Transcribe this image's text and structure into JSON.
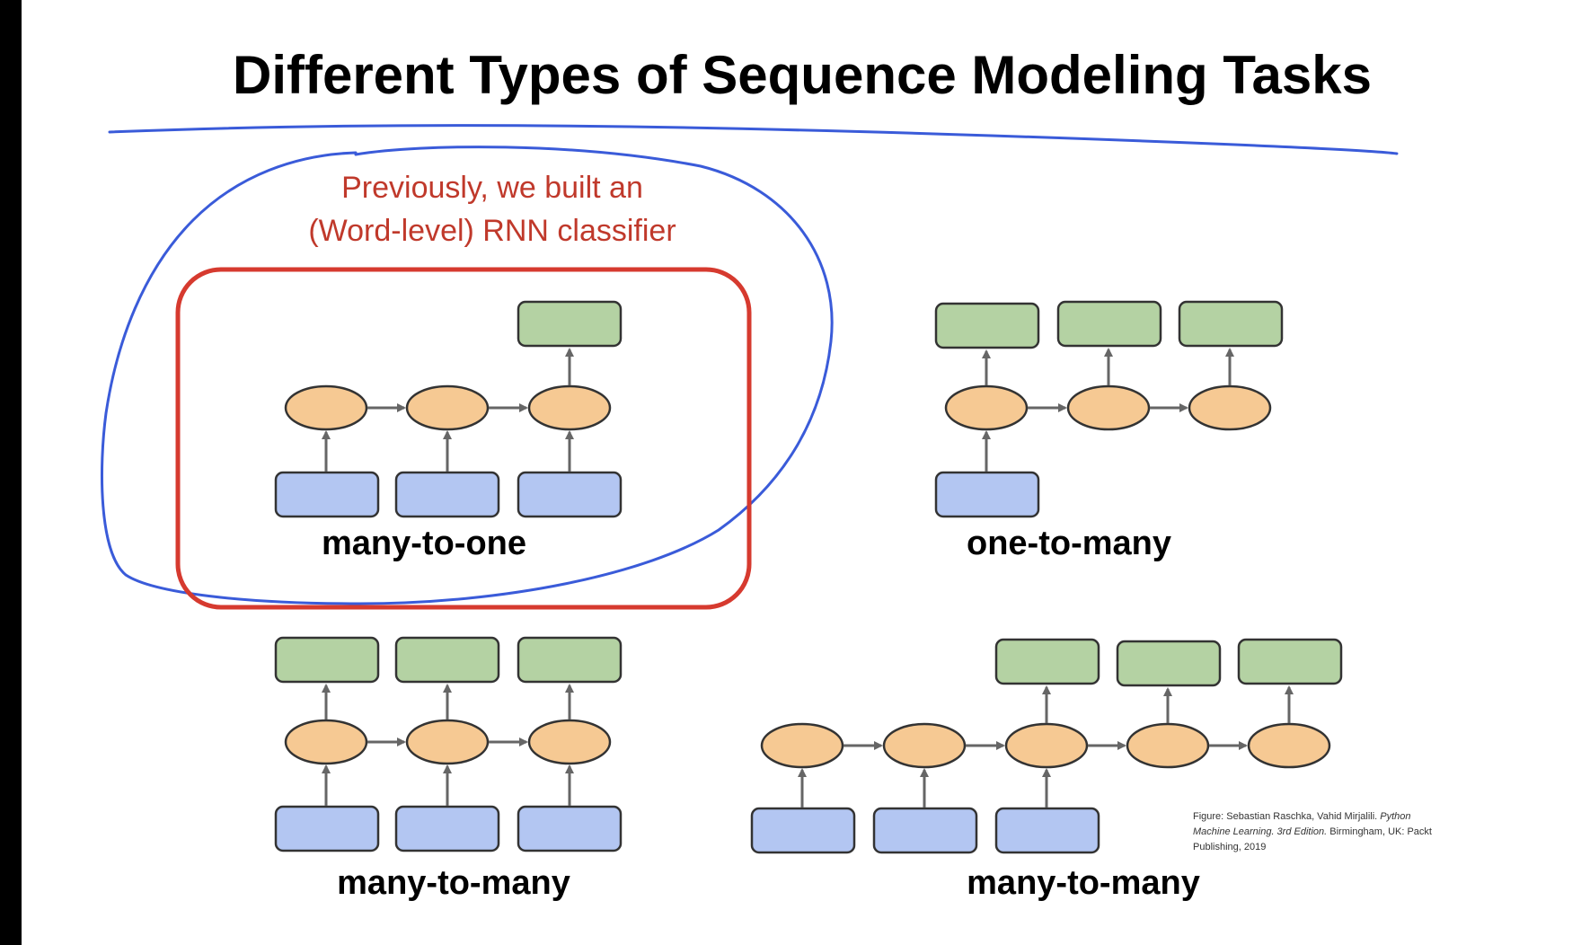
{
  "title": "Different Types of Sequence Modeling Tasks",
  "annotation": {
    "line1": "Previously, we built an",
    "line2": "(Word-level) RNN classifier",
    "highlight_color": "#d63a2f",
    "pen_color": "#3a5bd9"
  },
  "panels": [
    {
      "label": "many-to-one"
    },
    {
      "label": "one-to-many"
    },
    {
      "label": "many-to-many"
    },
    {
      "label": "many-to-many"
    }
  ],
  "citation": {
    "line1_plain": "Figure: Sebastian Raschka, Vahid Mirjalili. ",
    "line1_italic": "Python",
    "line2_italic": "Machine Learning. 3rd Edition.",
    "line2_plain": " Birmingham, UK: Packt",
    "line3": "Publishing, 2019"
  },
  "colors": {
    "output_box": "#b4d2a3",
    "input_box": "#b3c6f2",
    "hidden_cell": "#f6c993"
  }
}
